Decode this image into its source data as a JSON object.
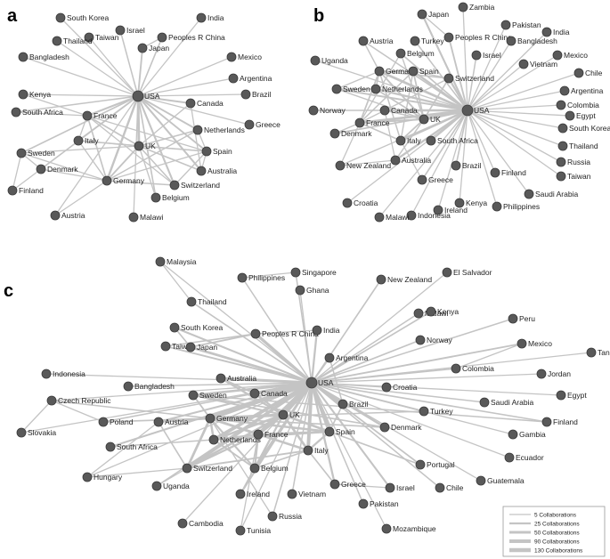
{
  "panels": [
    {
      "id": "a",
      "letter": "a",
      "hub": "USA",
      "nodes": [
        "USA",
        "South Korea",
        "India",
        "Taiwan",
        "Israel",
        "Thailand",
        "Peoples R China",
        "Japan",
        "Mexico",
        "Bangladesh",
        "Argentina",
        "Brazil",
        "Kenya",
        "Canada",
        "South Africa",
        "France",
        "Netherlands",
        "Greece",
        "Italy",
        "UK",
        "Spain",
        "Sweden",
        "Denmark",
        "Australia",
        "Germany",
        "Switzerland",
        "Finland",
        "Belgium",
        "Austria",
        "Malawi"
      ]
    },
    {
      "id": "b",
      "letter": "b",
      "hub": "USA",
      "nodes": [
        "USA",
        "Zambia",
        "Japan",
        "Pakistan",
        "Austria",
        "Turkey",
        "Peoples R China",
        "India",
        "Belgium",
        "Bangladesh",
        "Israel",
        "Mexico",
        "Uganda",
        "Vietnam",
        "Chile",
        "Germany",
        "Spain",
        "Switzerland",
        "Argentina",
        "Sweden",
        "Netherlands",
        "Colombia",
        "Norway",
        "Canada",
        "Egypt",
        "UK",
        "France",
        "South Korea",
        "Denmark",
        "Italy",
        "South Africa",
        "Thailand",
        "Russia",
        "New Zealand",
        "Australia",
        "Brazil",
        "Finland",
        "Taiwan",
        "Greece",
        "Saudi Arabia",
        "Kenya",
        "Croatia",
        "Ireland",
        "Philippines",
        "Indonesia",
        "Malawi"
      ]
    },
    {
      "id": "c",
      "letter": "c",
      "hub": "USA",
      "nodes": [
        "USA",
        "Malaysia",
        "Philippines",
        "Singapore",
        "El Salvador",
        "New Zealand",
        "Ghana",
        "Thailand",
        "Malawi",
        "Kenya",
        "Peru",
        "South Korea",
        "Peoples R China",
        "India",
        "Taiwan",
        "Japan",
        "Norway",
        "Mexico",
        "Tanzania",
        "Argentina",
        "Colombia",
        "Jordan",
        "Indonesia",
        "Bangladesh",
        "Australia",
        "Croatia",
        "Egypt",
        "Sweden",
        "Canada",
        "Saudi Arabia",
        "Czech Republic",
        "Poland",
        "Austria",
        "Germany",
        "Brazil",
        "Turkey",
        "Finland",
        "UK",
        "Slovakia",
        "Denmark",
        "Gambia",
        "South Africa",
        "Netherlands",
        "France",
        "Spain",
        "Ecuador",
        "Hungary",
        "Switzerland",
        "Italy",
        "Portugal",
        "Belgium",
        "Guatemala",
        "Uganda",
        "Vietnam",
        "Greece",
        "Israel",
        "Chile",
        "Ireland",
        "Russia",
        "Pakistan",
        "Cambodia",
        "Mozambique",
        "Tunisia"
      ]
    }
  ],
  "legend": [
    {
      "label": "5 Collaborations",
      "weight": 5
    },
    {
      "label": "25 Collaborations",
      "weight": 25
    },
    {
      "label": "50 Collaborations",
      "weight": 50
    },
    {
      "label": "90 Collaborations",
      "weight": 90
    },
    {
      "label": "130 Collaborations",
      "weight": 130
    }
  ],
  "colors": {
    "node_fill": "#595959",
    "edge": "#c4c4c4",
    "text": "#222222"
  }
}
